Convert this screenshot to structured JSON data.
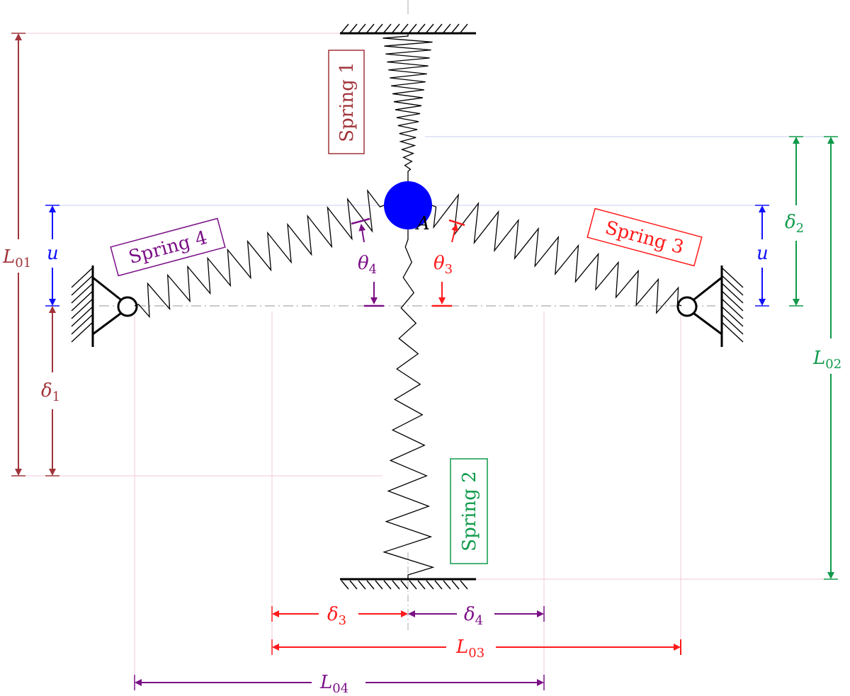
{
  "labels": {
    "spring1": "Spring 1",
    "spring2": "Spring 2",
    "spring3": "Spring 3",
    "spring4": "Spring 4",
    "point_A": "A"
  },
  "dimensions": {
    "L01": {
      "sym": "L",
      "sub": "01"
    },
    "L02": {
      "sym": "L",
      "sub": "02"
    },
    "L03": {
      "sym": "L",
      "sub": "03"
    },
    "L04": {
      "sym": "L",
      "sub": "04"
    },
    "delta1": {
      "sym": "δ",
      "sub": "1"
    },
    "delta2": {
      "sym": "δ",
      "sub": "2"
    },
    "delta3": {
      "sym": "δ",
      "sub": "3"
    },
    "delta4": {
      "sym": "δ",
      "sub": "4"
    },
    "u_left": {
      "sym": "u"
    },
    "u_right": {
      "sym": "u"
    },
    "theta3": {
      "sym": "θ",
      "sub": "3"
    },
    "theta4": {
      "sym": "θ",
      "sub": "4"
    }
  },
  "colors": {
    "spring1": "#a0343a",
    "spring2": "#0f9a4a",
    "spring3": "#ff1a1a",
    "spring4": "#7a0f86",
    "u": "#1010ff",
    "mass": "#0000ff",
    "structure": "#000000"
  }
}
